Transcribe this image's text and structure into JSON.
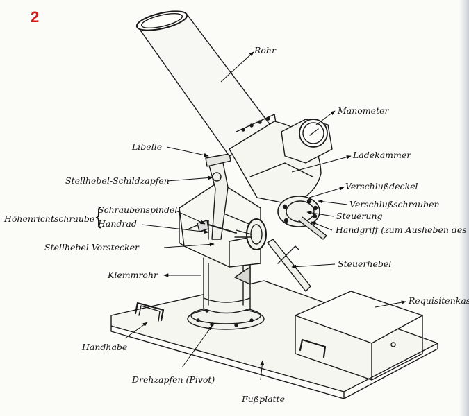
{
  "page_number": "2",
  "labels": {
    "rohr": "Rohr",
    "manometer": "Manometer",
    "libelle": "Libelle",
    "ladekammer": "Ladekammer",
    "stellhebel_schildzapfen": "Stellhebel-Schildzapfen",
    "verschlussdeckel": "Verschlußdeckel",
    "verschlussschrauben": "Verschlußschrauben",
    "hoehenrichtschraube": "Höhenrichtschraube",
    "schraubenspindel": "Schraubenspindel",
    "handrad": "Handrad",
    "steuerung": "Steuerung",
    "handgriff": "Handgriff (zum Ausheben des Roh",
    "stellhebel_vorstecker": "Stellhebel Vorstecker",
    "steuerhebel": "Steuerhebel",
    "klemmrohr": "Klemmrohr",
    "requisitenkasten": "Requisitenkaste",
    "handhabe": "Handhabe",
    "drehzapfen": "Drehzapfen (Pivot)",
    "fussplatte": "Fußplatte"
  },
  "colors": {
    "page_number": "#d21b1b",
    "ink": "#111111",
    "paper": "#fbfbf7"
  }
}
